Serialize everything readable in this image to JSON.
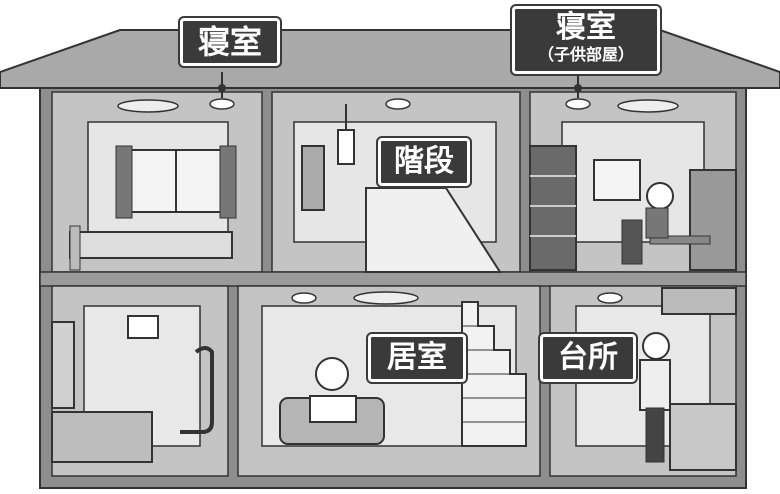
{
  "labels": {
    "bedroom_1": "寝室",
    "bedroom_2": "寝室",
    "bedroom_2_sub": "（子供部屋）",
    "stairs": "階段",
    "living_room": "居室",
    "kitchen": "台所"
  },
  "colors": {
    "label_bg": "#3a3a3a",
    "wall": "#bdbdbd",
    "floor": "#dcdcdc",
    "outline": "#333333"
  }
}
